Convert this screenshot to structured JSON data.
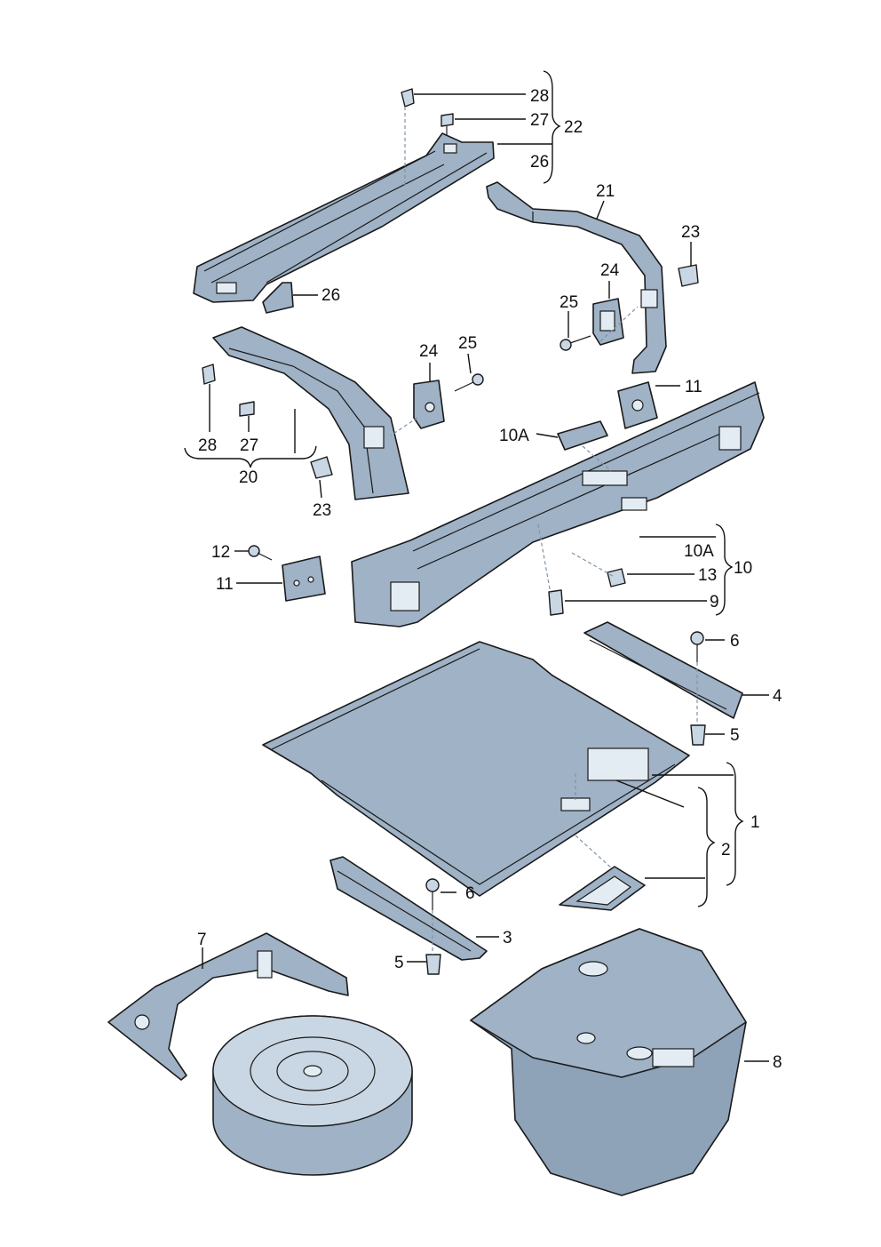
{
  "callouts": {
    "c1": "1",
    "c2": "2",
    "c3": "3",
    "c4": "4",
    "c5a": "5",
    "c5b": "5",
    "c6a": "6",
    "c6b": "6",
    "c7": "7",
    "c8": "8",
    "c9": "9",
    "c10": "10",
    "c10a_top": "10A",
    "c10a_right": "10A",
    "c11a": "11",
    "c11b": "11",
    "c12": "12",
    "c13": "13",
    "c20": "20",
    "c21": "21",
    "c22": "22",
    "c23a": "23",
    "c23b": "23",
    "c24a": "24",
    "c24b": "24",
    "c25a": "25",
    "c25b": "25",
    "c26a": "26",
    "c26b": "26",
    "c27a": "27",
    "c27b": "27",
    "c28a": "28",
    "c28b": "28"
  },
  "colors": {
    "part_fill": "#9fb2c6",
    "outline": "#1a1a1a",
    "background": "#ffffff"
  }
}
